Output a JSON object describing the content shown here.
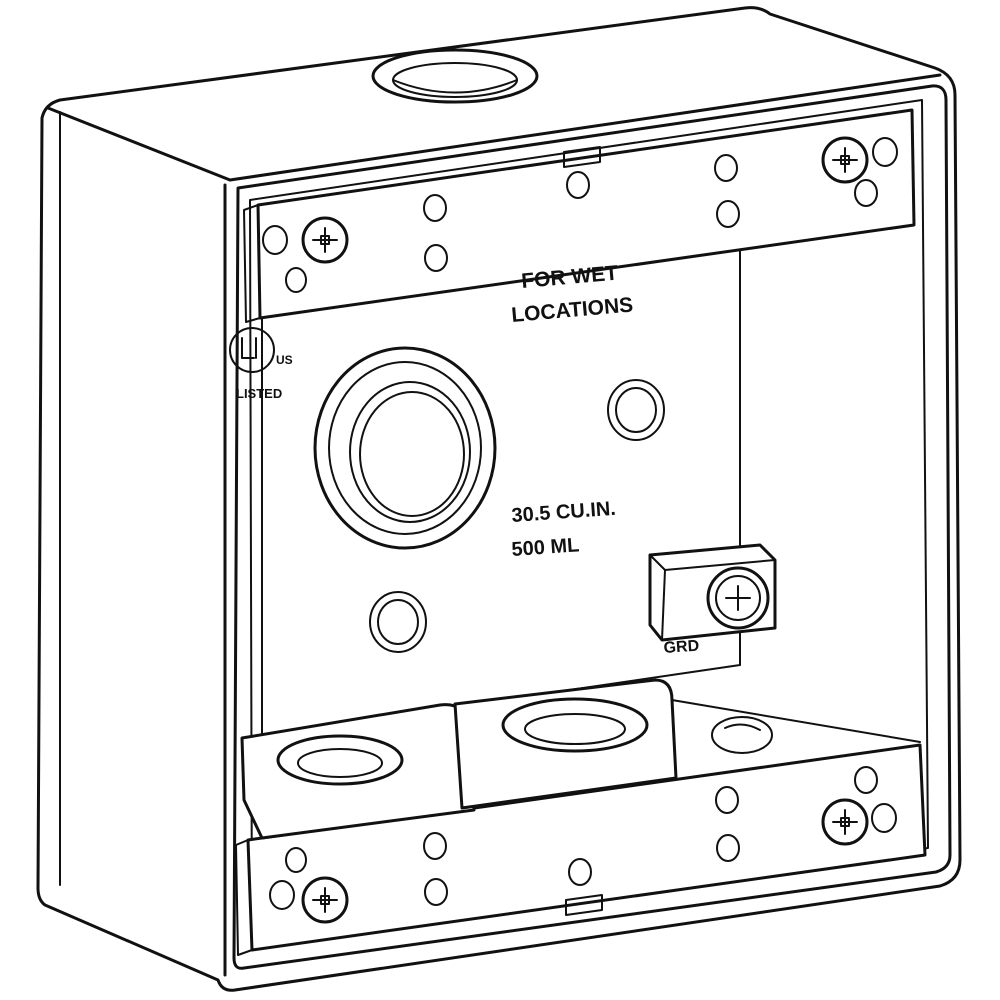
{
  "labels": {
    "for_wet": "FOR WET",
    "locations": "LOCATIONS",
    "cu_in": "30.5 CU.IN.",
    "ml": "500 ML",
    "grd": "GRD",
    "ul_us": "US",
    "listed": "LISTED"
  },
  "icons": {
    "mounting_screw": "phillips-screw-icon",
    "ground_screw": "ground-screw-icon",
    "ul_mark": "ul-listed-mark-icon"
  },
  "colors": {
    "line": "#111111",
    "background": "#ffffff"
  }
}
